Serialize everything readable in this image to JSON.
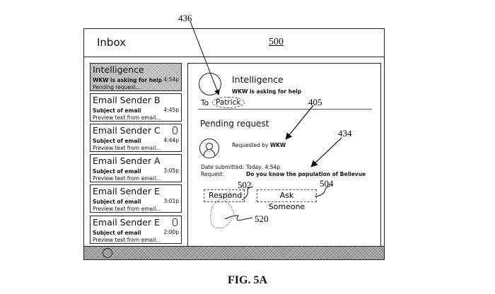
{
  "window": {
    "title": "Inbox",
    "ref_number": "500"
  },
  "email_list": [
    {
      "sender": "Intelligence",
      "subject": "WKW is asking for help",
      "preview": "Pending request...",
      "time": "4:54p",
      "attachment": false,
      "selected": true
    },
    {
      "sender": "Email Sender B",
      "subject": "Subject of email",
      "preview": "Preview text from email...",
      "time": "4:45p",
      "attachment": false,
      "selected": false
    },
    {
      "sender": "Email Sender C",
      "subject": "Subject of email",
      "preview": "Preview text from email...",
      "time": "4:44p",
      "attachment": true,
      "selected": false
    },
    {
      "sender": "Email Sender A",
      "subject": "Subject of email",
      "preview": "Preview text from email...",
      "time": "3:05p",
      "attachment": false,
      "selected": false
    },
    {
      "sender": "Email Sender E",
      "subject": "Subject of email",
      "preview": "Preview text from email...",
      "time": "3:01p",
      "attachment": false,
      "selected": false
    },
    {
      "sender": "Email Sender E",
      "subject": "Subject of email",
      "preview": "Preview text from email...",
      "time": "2:00p",
      "attachment": true,
      "selected": false
    }
  ],
  "detail": {
    "sender": "Intelligence",
    "subject": "WKW is asking for help",
    "to_label": "To",
    "to_name": "Patrick",
    "section_title": "Pending request",
    "requested_by_prefix": "Requested by ",
    "requested_by_name": "WKW",
    "date_label": "Date submitted:",
    "date_value": "Today, 4:54p",
    "request_label": "Request:",
    "request_value": "Do you know the population of Bellevue",
    "respond_button": "Respond",
    "ask_button": "Ask Someone"
  },
  "annotations": {
    "ref_436": "436",
    "ref_405": "405",
    "ref_434": "434",
    "ref_502": "502",
    "ref_504": "504",
    "ref_520": "520"
  },
  "caption": "FIG. 5A"
}
